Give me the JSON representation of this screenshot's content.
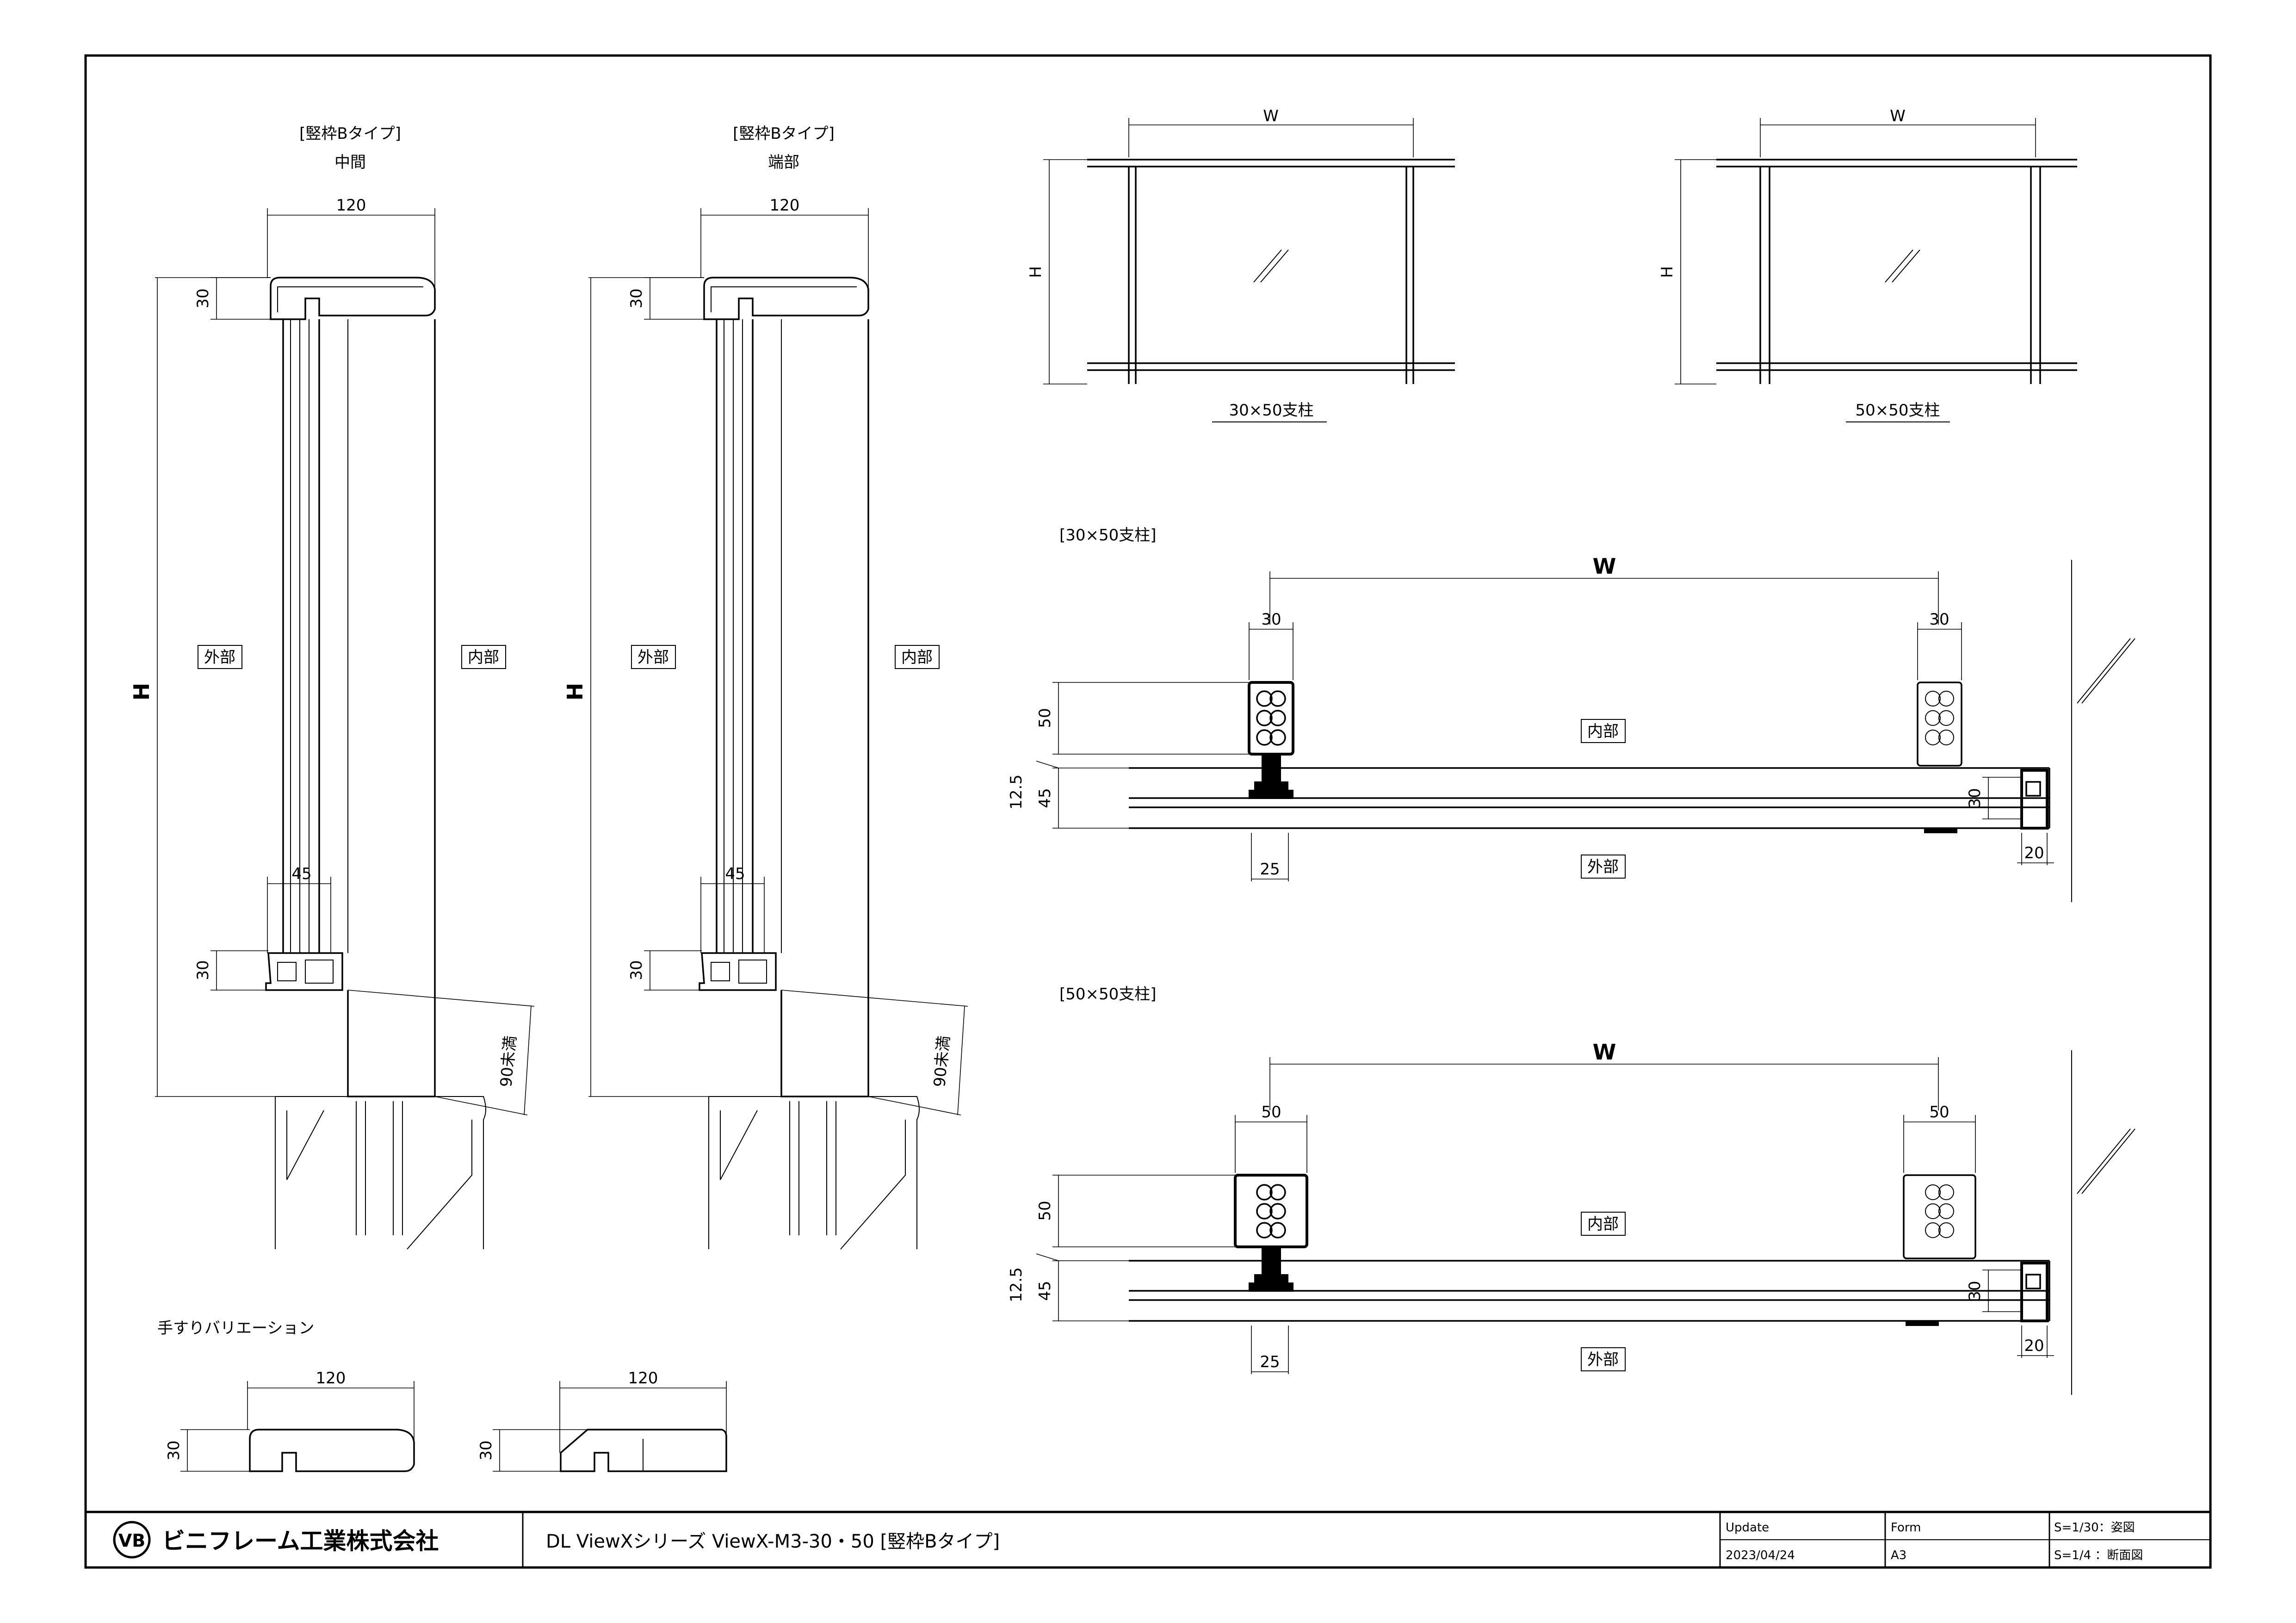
{
  "labels": {
    "vert_type": "[竪枠Bタイプ]",
    "middle": "中間",
    "end": "端部",
    "outside": "外部",
    "inside": "内部",
    "H": "H",
    "W": "W",
    "under90": "90未満",
    "post30": "30×50支柱",
    "post50": "50×50支柱",
    "post30_bracket": "[30×50支柱]",
    "post50_bracket": "[50×50支柱]",
    "handrail_variation": "手すりバリエーション"
  },
  "dims": {
    "d120": "120",
    "d30": "30",
    "d45": "45",
    "d50": "50",
    "d12_5": "12.5",
    "d25": "25",
    "d20": "20"
  },
  "title_block": {
    "company": "ビニフレーム工業株式会社",
    "logo_mark": "VB",
    "series": "DL ViewXシリーズ  ViewX-M3-30・50  [竪枠Bタイプ]",
    "update_label": "Update",
    "update_value": "2023/04/24",
    "form_label": "Form",
    "form_value": "A3",
    "scale1": "S=1/30：姿図",
    "scale2": "S=1/4 ：断面図"
  }
}
